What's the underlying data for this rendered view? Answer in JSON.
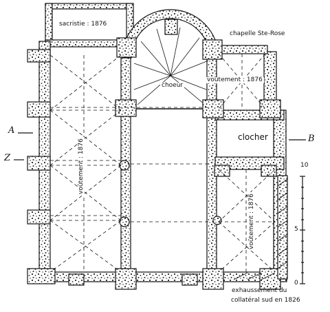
{
  "labels": {
    "sacristie": "sacristie : 1876",
    "chapelle": "chapelle Ste-Rose",
    "choeur": "choeur",
    "voutement_right": "voûtement : 1876",
    "clocher": "clocher",
    "voutement_nave": "voûtement : 1876",
    "voutement_aisle": "voûtement : 1876",
    "exhaussement_line1": "exhaussement du",
    "exhaussement_line2": "collatéral sud en 1826"
  },
  "section_marks": {
    "a": "A",
    "b": "B",
    "z": "Z"
  },
  "scale": {
    "top": "10",
    "mid": "5",
    "bottom": "0"
  },
  "colors": {
    "ink": "#111111",
    "paper": "#ffffff",
    "wall_fill": "#ffffff"
  }
}
